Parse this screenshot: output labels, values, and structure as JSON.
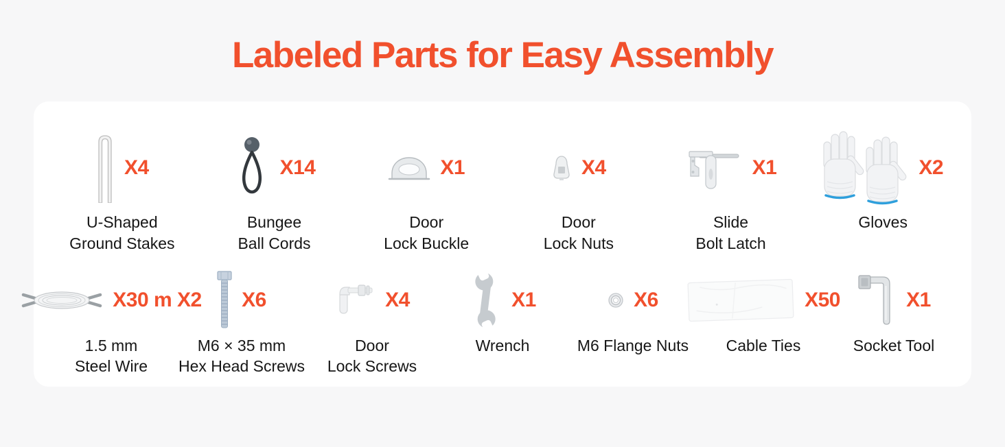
{
  "page": {
    "title": "Labeled Parts for Easy Assembly",
    "accent_color": "#F1502D",
    "background_color": "#F7F7F8",
    "card_color": "#FFFFFF"
  },
  "rows": [
    {
      "items": [
        {
          "label": "U-Shaped\nGround Stakes",
          "qty": "X4",
          "icon": "u-shaped-ground-stake-icon"
        },
        {
          "label": "Bungee\nBall Cords",
          "qty": "X14",
          "icon": "bungee-ball-cord-icon"
        },
        {
          "label": "Door\nLock Buckle",
          "qty": "X1",
          "icon": "door-lock-buckle-icon"
        },
        {
          "label": "Door\nLock Nuts",
          "qty": "X4",
          "icon": "door-lock-nut-icon"
        },
        {
          "label": "Slide\nBolt Latch",
          "qty": "X1",
          "icon": "slide-bolt-latch-icon"
        },
        {
          "label": "Gloves",
          "qty": "X2",
          "icon": "gloves-icon"
        }
      ]
    },
    {
      "items": [
        {
          "label": "1.5 mm\nSteel Wire",
          "qty": "X30 m X2",
          "icon": "steel-wire-coil-icon"
        },
        {
          "label": "M6 × 35 mm\nHex Head Screws",
          "qty": "X6",
          "icon": "hex-head-screw-icon"
        },
        {
          "label": "Door\nLock Screws",
          "qty": "X4",
          "icon": "door-lock-screw-icon"
        },
        {
          "label": "Wrench",
          "qty": "X1",
          "icon": "wrench-icon"
        },
        {
          "label": "M6 Flange Nuts",
          "qty": "X6",
          "icon": "flange-nut-icon"
        },
        {
          "label": "Cable Ties",
          "qty": "X50",
          "icon": "cable-ties-bag-icon"
        },
        {
          "label": "Socket Tool",
          "qty": "X1",
          "icon": "socket-tool-icon"
        }
      ]
    }
  ]
}
